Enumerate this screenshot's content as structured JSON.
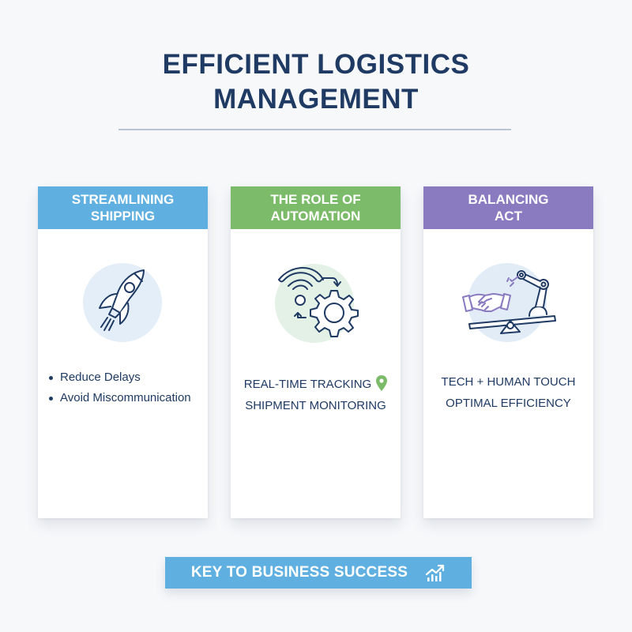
{
  "header": {
    "title_line1": "EFFICIENT LOGISTICS",
    "title_line2": "MANAGEMENT"
  },
  "colors": {
    "title": "#1f3a63",
    "blue": "#5fb0e0",
    "green": "#7cbb6a",
    "purple": "#8a7ac0",
    "divider": "#b9c4d4"
  },
  "cards": [
    {
      "title_line1": "STREAMLINING",
      "title_line2": "SHIPPING",
      "icon": "rocket-icon",
      "items": [
        "Reduce Delays",
        "Avoid Miscommunication"
      ]
    },
    {
      "title_line1": "THE ROLE OF",
      "title_line2": "AUTOMATION",
      "icon": "wifi-gear-automation-icon",
      "items": [
        "REAL-TIME TRACKING",
        "SHIPMENT MONITORING"
      ],
      "pin_icon": "location-pin-icon"
    },
    {
      "title_line1": "BALANCING",
      "title_line2": "ACT",
      "icon": "handshake-robot-arm-scale-icon",
      "items": [
        "TECH + HUMAN TOUCH",
        "OPTIMAL EFFICIENCY"
      ]
    }
  ],
  "footer": {
    "label": "KEY TO BUSINESS SUCCESS",
    "icon": "growth-chart-icon"
  }
}
